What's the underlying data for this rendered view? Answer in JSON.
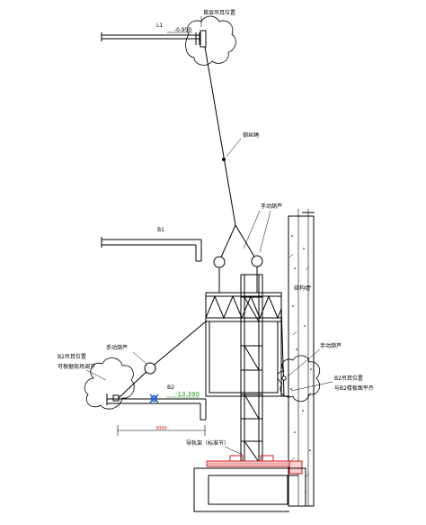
{
  "labels": {
    "top_anchor": "首层吊耳位置",
    "l1": "L1",
    "elev_top": "-0.950",
    "wire_rope": "钢丝绳",
    "hoist_top": "手动葫芦",
    "b1": "B1",
    "wall_mark": "结构墙",
    "hoist_left": "手动葫芦",
    "b2_anchor_1": "B2吊耳位置",
    "b2_anchor_2": "可根据现场调节",
    "b2": "B2",
    "elev_b2": "-13.390",
    "hoist_right": "手动葫芦",
    "b2_right_1": "B2吊耳位置",
    "b2_right_2": "与B2楼板面平齐",
    "dim_3000": "3000",
    "guide_rail": "导轨架（标准节）"
  },
  "colors": {
    "line": "#000000",
    "blue_mark": "#1f5fd0",
    "green_elev": "#1a9a1a",
    "red_base": "#d02020"
  }
}
